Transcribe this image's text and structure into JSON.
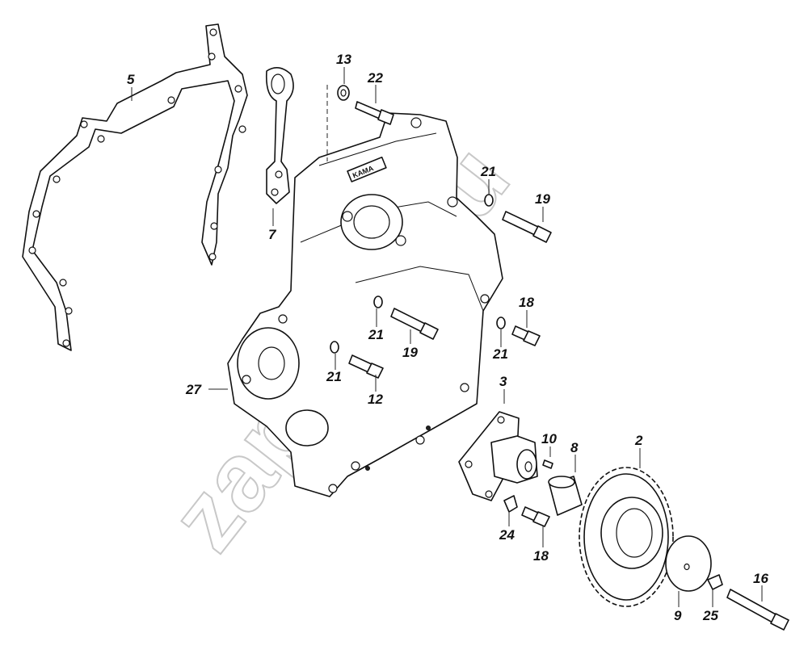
{
  "callouts": [
    {
      "id": "c13",
      "label": "13"
    },
    {
      "id": "c22",
      "label": "22"
    },
    {
      "id": "c5",
      "label": "5"
    },
    {
      "id": "c7",
      "label": "7"
    },
    {
      "id": "c21a",
      "label": "21"
    },
    {
      "id": "c19a",
      "label": "19"
    },
    {
      "id": "c18a",
      "label": "18"
    },
    {
      "id": "c21b",
      "label": "21"
    },
    {
      "id": "c19b",
      "label": "19"
    },
    {
      "id": "c21c",
      "label": "21"
    },
    {
      "id": "c21d",
      "label": "21"
    },
    {
      "id": "c12",
      "label": "12"
    },
    {
      "id": "c27",
      "label": "27"
    },
    {
      "id": "c3",
      "label": "3"
    },
    {
      "id": "c10",
      "label": "10"
    },
    {
      "id": "c8",
      "label": "8"
    },
    {
      "id": "c2",
      "label": "2"
    },
    {
      "id": "c24",
      "label": "24"
    },
    {
      "id": "c18b",
      "label": "18"
    },
    {
      "id": "c16",
      "label": "16"
    },
    {
      "id": "c9",
      "label": "9"
    },
    {
      "id": "c25",
      "label": "25"
    }
  ],
  "watermark": "zapkam.ru",
  "housing_mark": "KAMA"
}
